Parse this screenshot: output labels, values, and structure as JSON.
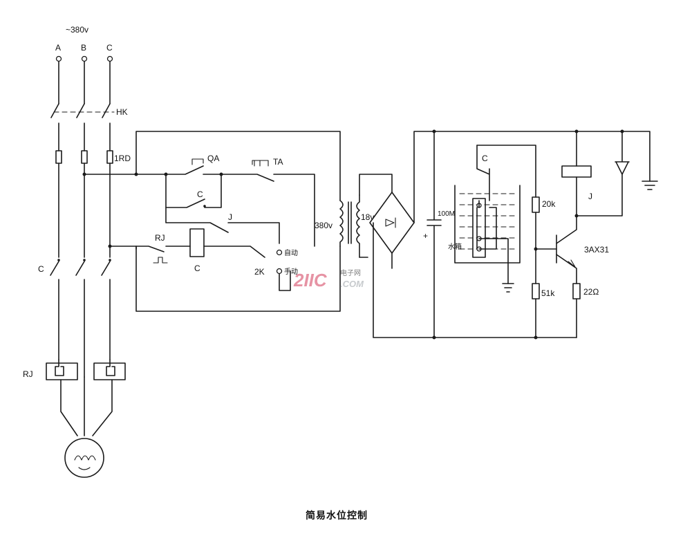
{
  "supply": {
    "voltage": "~380v",
    "phases": [
      "A",
      "B",
      "C"
    ]
  },
  "labels": {
    "hk": "HK",
    "fuse": "1RD",
    "qa": "QA",
    "ta": "TA",
    "c_aux": "C",
    "j_contact": "J",
    "rj_contact": "RJ",
    "coil_c": "C",
    "switch_2k": "2K",
    "auto": "自动",
    "manual": "手动",
    "transformer_primary": "380v",
    "transformer_secondary": "18v",
    "main_contactor": "C",
    "thermal_relay": "RJ",
    "cap_plus": "+",
    "capacitor": "100M",
    "tank_contact": "C",
    "tank": "水箱",
    "r_20k": "20k",
    "r_51k": "51k",
    "r_22": "22Ω",
    "relay_j": "J",
    "transistor": "3AX31"
  },
  "watermark": {
    "brand": "2IIC",
    "sub_top": "电子网",
    "sub_bottom": ".COM"
  },
  "caption": "简易水位控制"
}
